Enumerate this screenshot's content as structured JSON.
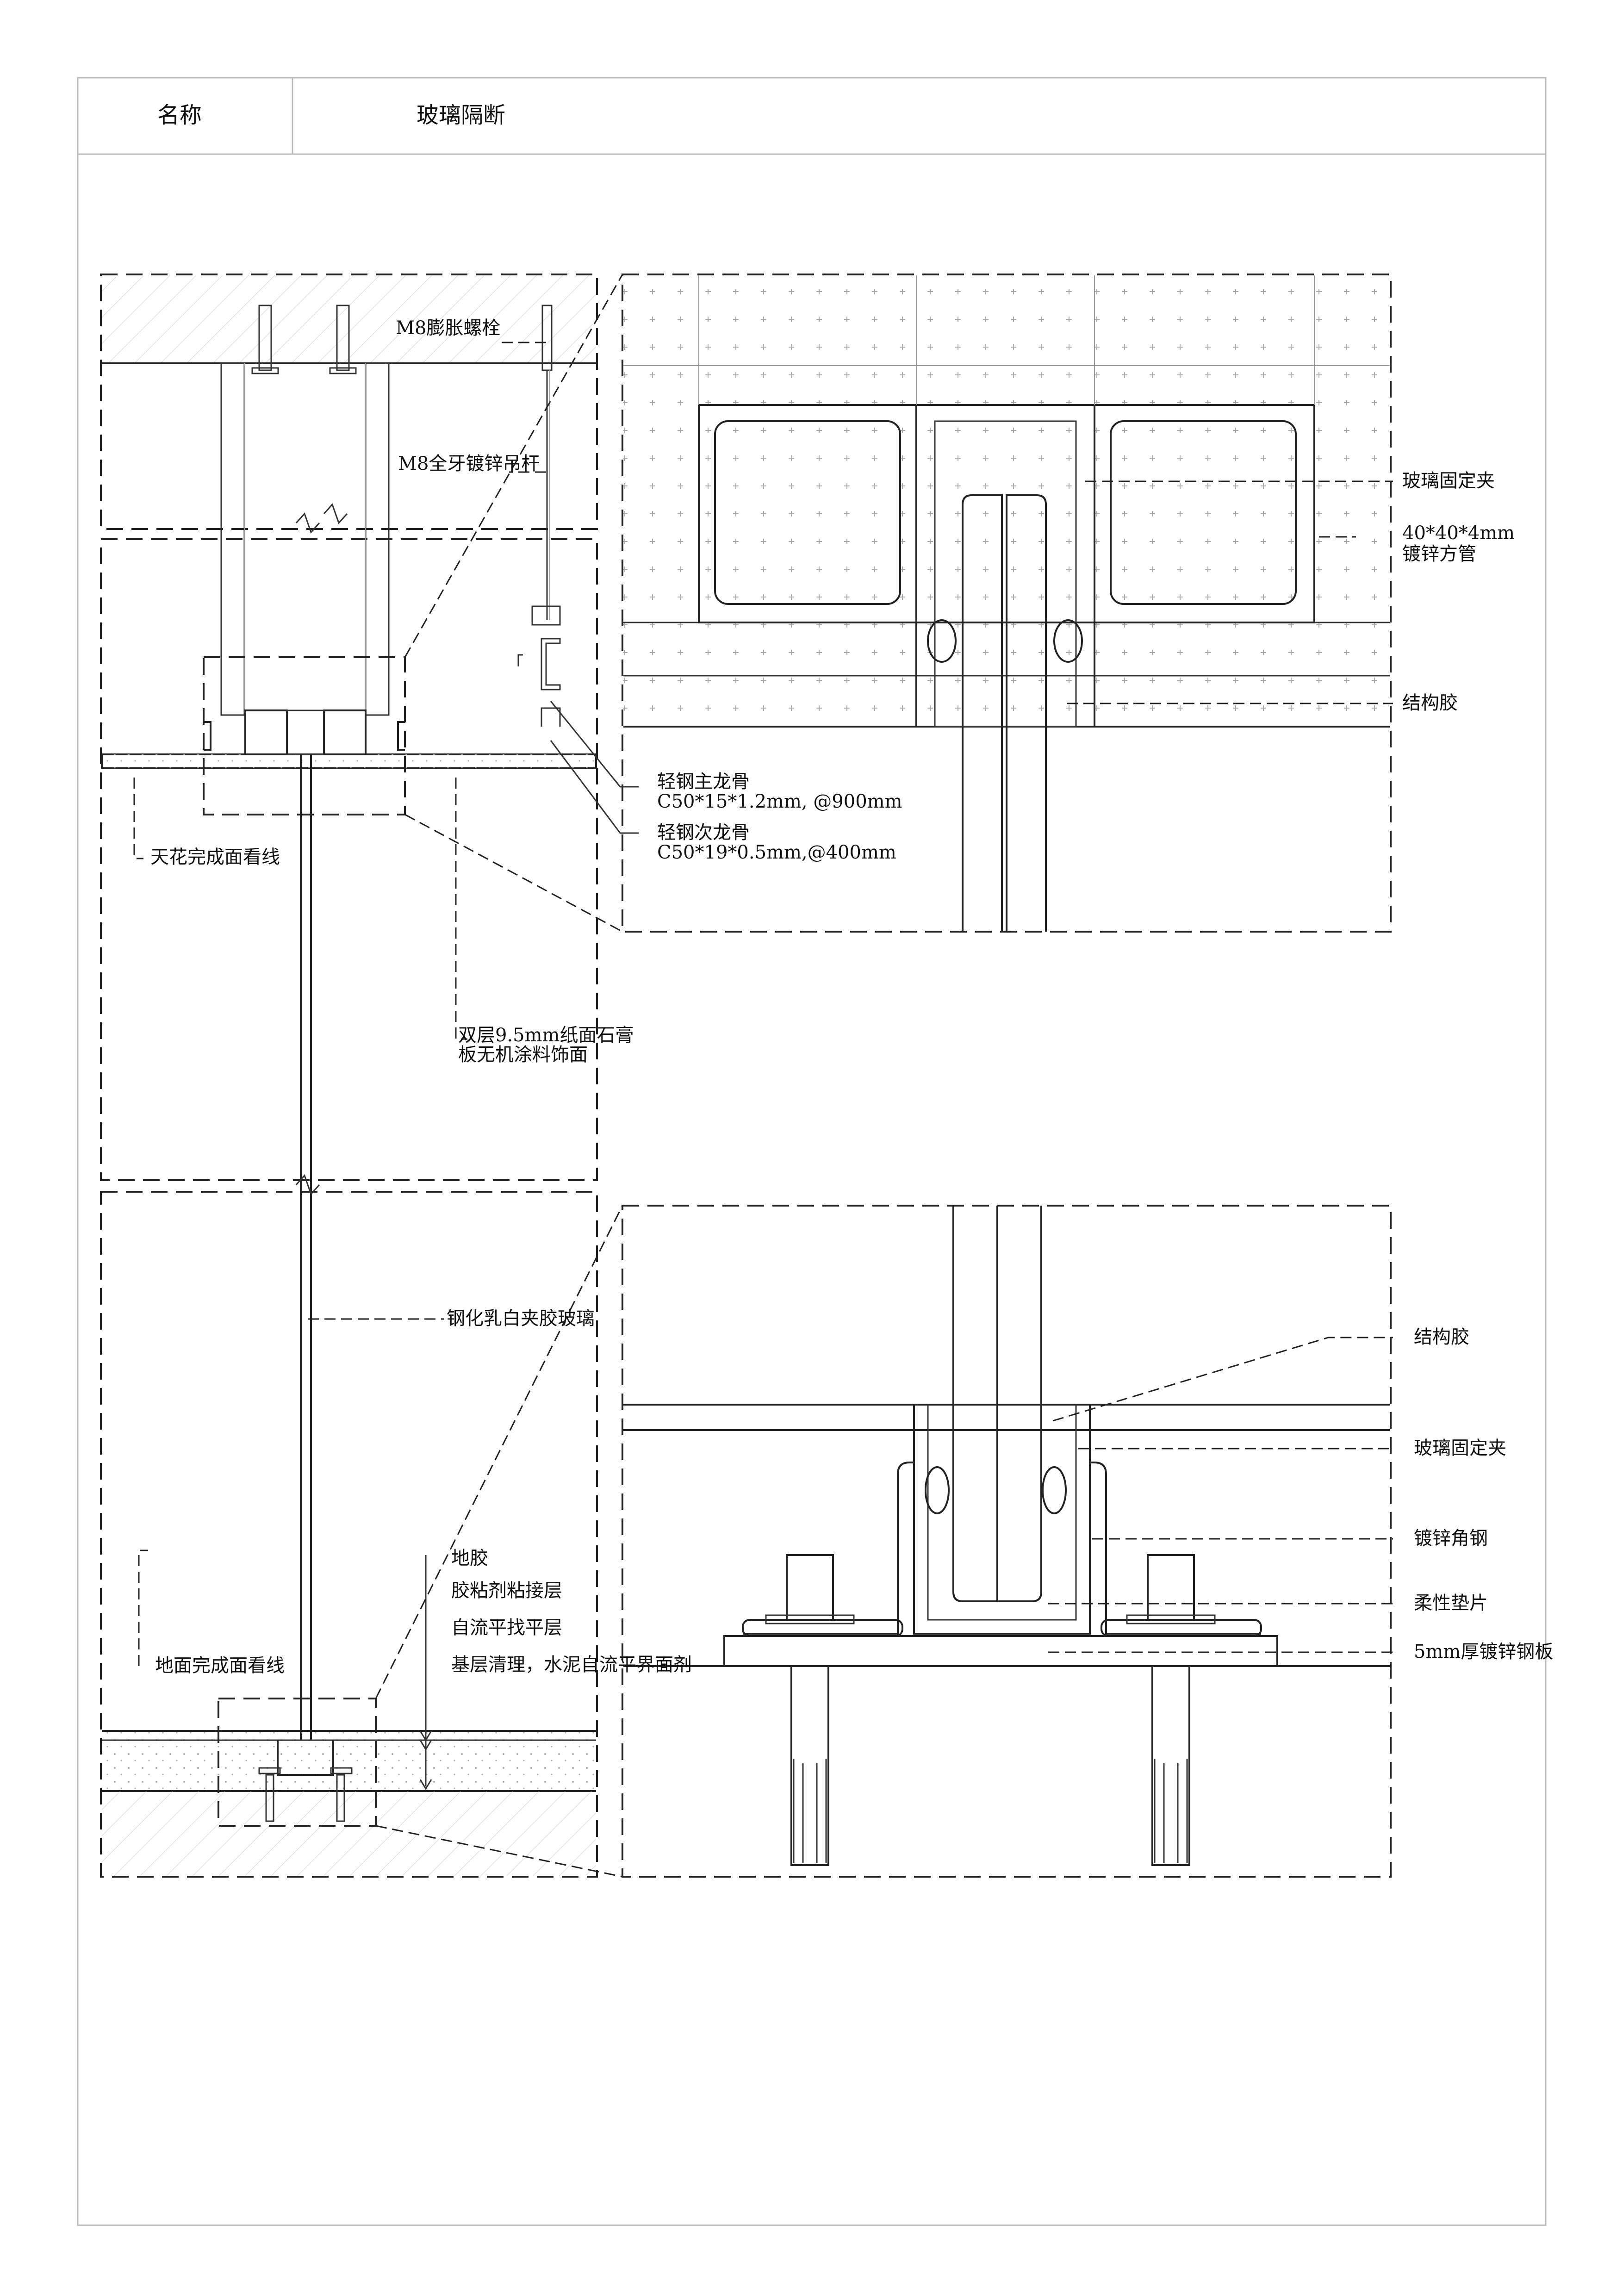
{
  "header": {
    "name_label": "名称",
    "name_value": "玻璃隔断"
  },
  "labels": {
    "m8_bolt": "M8膨胀螺栓",
    "m8_rod": "M8全牙镀锌吊杆",
    "main_keel_1": "轻钢主龙骨",
    "main_keel_2": "C50*15*1.2mm, @900mm",
    "sub_keel_1": "轻钢次龙骨",
    "sub_keel_2": "C50*19*0.5mm,@400mm",
    "ceiling_line": "天花完成面看线",
    "gypsum_1": "双层9.5mm纸面石膏",
    "gypsum_2": "板无机涂料饰面",
    "glass": "钢化乳白夹胶玻璃",
    "floor_glue": "地胶",
    "adhesive": "胶粘剂粘接层",
    "self_level": "自流平找平层",
    "base_clean": "基层清理，水泥自流平界面剂",
    "floor_line": "地面完成面看线",
    "top_clip": "玻璃固定夹",
    "tube_1": "40*40*4mm",
    "tube_2": "镀锌方管",
    "top_glue": "结构胶",
    "bot_glue": "结构胶",
    "bot_clip": "玻璃固定夹",
    "angle": "镀锌角钢",
    "pad": "柔性垫片",
    "plate": "5mm厚镀锌钢板"
  }
}
